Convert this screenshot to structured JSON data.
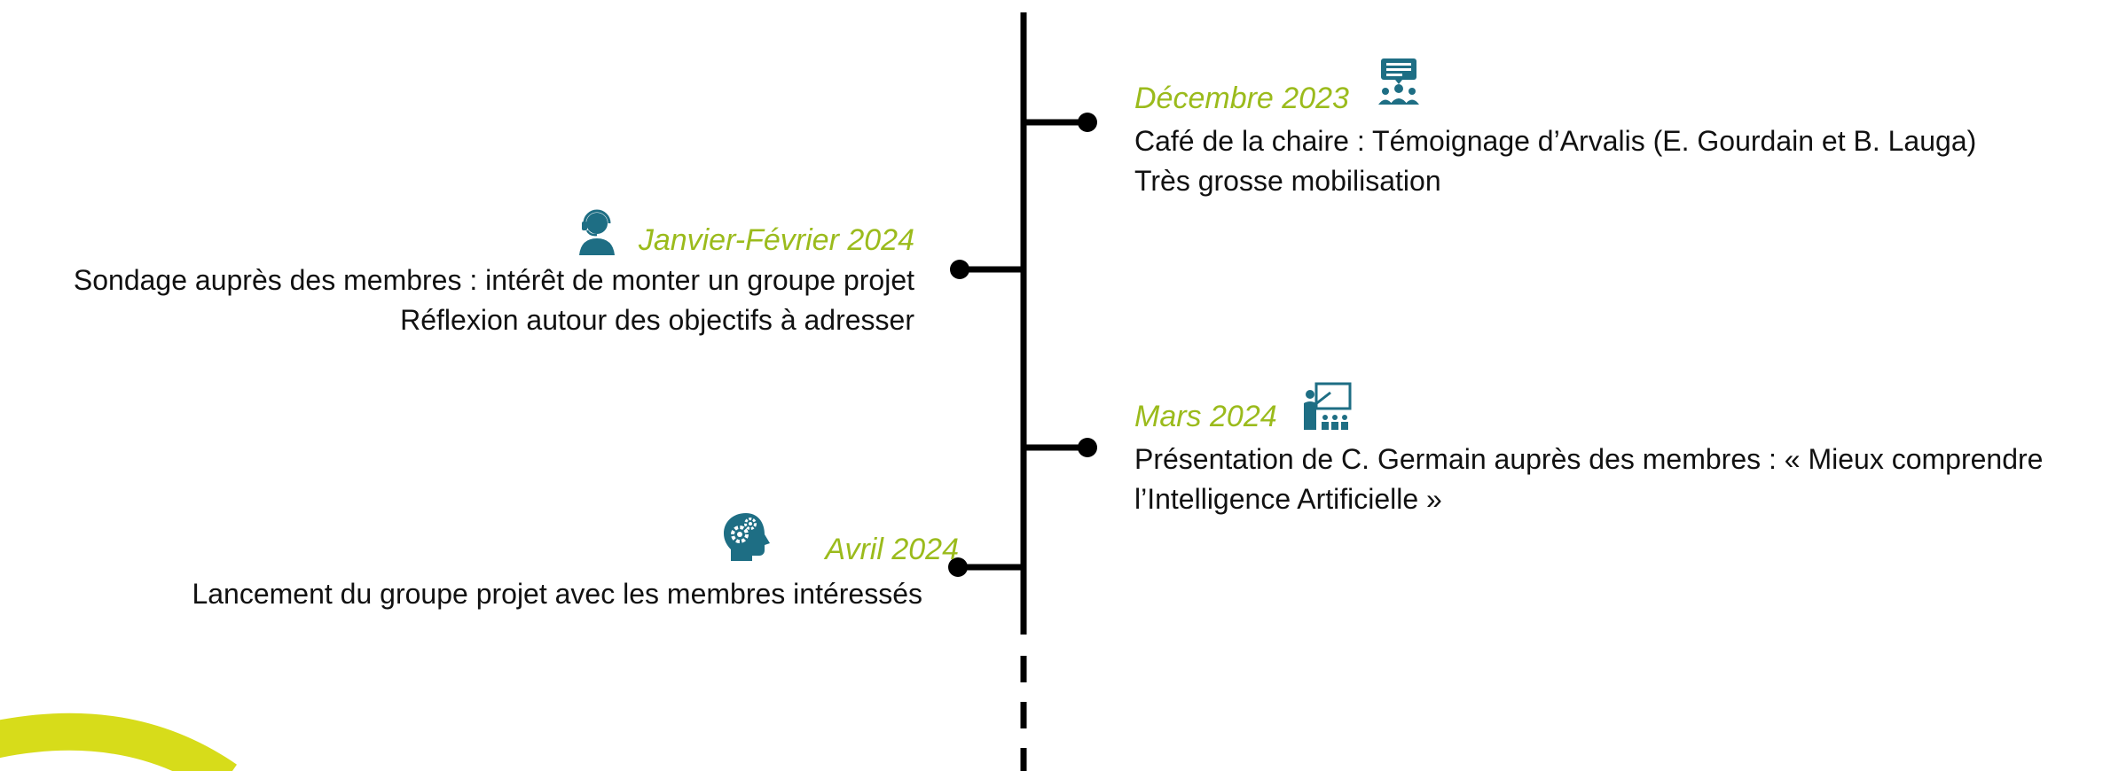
{
  "colors": {
    "timeline": "#000000",
    "date": "#9BBB1C",
    "icon": "#1E6E84",
    "accent_arc": "#D7DC1A"
  },
  "events": [
    {
      "date": "Décembre 2023",
      "icon": "audience-presentation-icon",
      "lines": [
        "Café de la chaire : Témoignage d’Arvalis (E. Gourdain et B. Lauga)",
        "Très grosse mobilisation"
      ]
    },
    {
      "date": "Janvier-Février 2024",
      "icon": "headset-user-icon",
      "lines": [
        "Sondage auprès des membres : intérêt de monter un groupe projet",
        "Réflexion autour des objectifs à adresser"
      ]
    },
    {
      "date": "Mars 2024",
      "icon": "teacher-board-icon",
      "lines": [
        "Présentation de C. Germain auprès des membres : « Mieux comprendre",
        "l’Intelligence Artificielle »"
      ]
    },
    {
      "date": "Avril 2024",
      "icon": "brain-gears-icon",
      "lines": [
        "Lancement du groupe projet avec les membres intéressés"
      ]
    }
  ]
}
